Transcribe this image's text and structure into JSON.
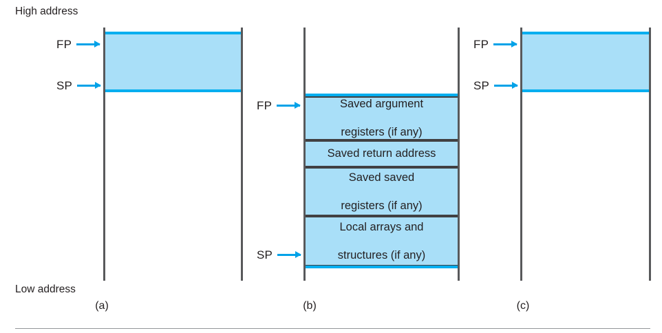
{
  "figure": {
    "high_address_label": "High address",
    "low_address_label": "Low address",
    "colors": {
      "fill": "#a9dff8",
      "edge": "#00aeef",
      "rail": "#58595b",
      "box_border": "#414042",
      "arrow": "#00a2e8",
      "text": "#231f20",
      "rule": "#939598"
    }
  },
  "panels": [
    {
      "caption": "(a)",
      "pointers": [
        {
          "name": "FP",
          "label": "FP"
        },
        {
          "name": "SP",
          "label": "SP"
        }
      ],
      "segments": []
    },
    {
      "caption": "(b)",
      "pointers": [
        {
          "name": "FP",
          "label": "FP"
        },
        {
          "name": "SP",
          "label": "SP"
        }
      ],
      "segments": [
        {
          "line1": "Saved argument",
          "line2": "registers (if any)"
        },
        {
          "line1": "Saved return address",
          "line2": ""
        },
        {
          "line1": "Saved saved",
          "line2": "registers (if any)"
        },
        {
          "line1": "Local arrays and",
          "line2": "structures (if any)"
        }
      ]
    },
    {
      "caption": "(c)",
      "pointers": [
        {
          "name": "FP",
          "label": "FP"
        },
        {
          "name": "SP",
          "label": "SP"
        }
      ],
      "segments": []
    }
  ]
}
